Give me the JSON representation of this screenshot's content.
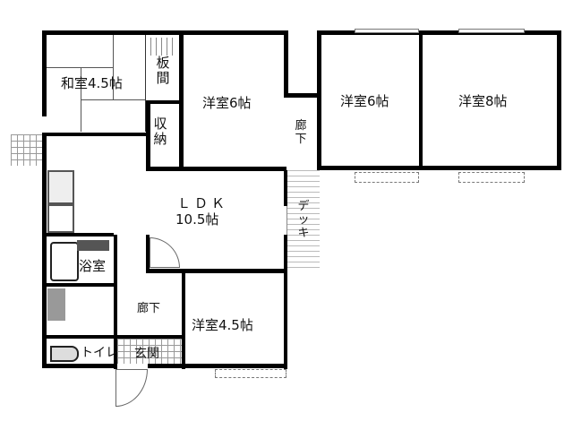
{
  "floor_plan": {
    "rooms": {
      "washitsu": {
        "label": "和室4.5帖"
      },
      "itama": {
        "label": "板間"
      },
      "shuno": {
        "label": "収納"
      },
      "yoshitsu6_a": {
        "label": "洋室6帖"
      },
      "roka_top": {
        "label": "廊下"
      },
      "yoshitsu6_b": {
        "label": "洋室6帖"
      },
      "yoshitsu8": {
        "label": "洋室8帖"
      },
      "ldk": {
        "label": "ＬＤＫ",
        "size": "10.5帖"
      },
      "deck": {
        "label": "デッキ"
      },
      "yokushitsu": {
        "label": "浴室"
      },
      "roka_bottom": {
        "label": "廊下"
      },
      "yoshitsu45": {
        "label": "洋室4.5帖"
      },
      "toilet": {
        "label": "トイレ"
      },
      "genkan": {
        "label": "玄関"
      }
    },
    "colors": {
      "wall": "#000000",
      "line": "#666666",
      "background": "#ffffff"
    }
  }
}
